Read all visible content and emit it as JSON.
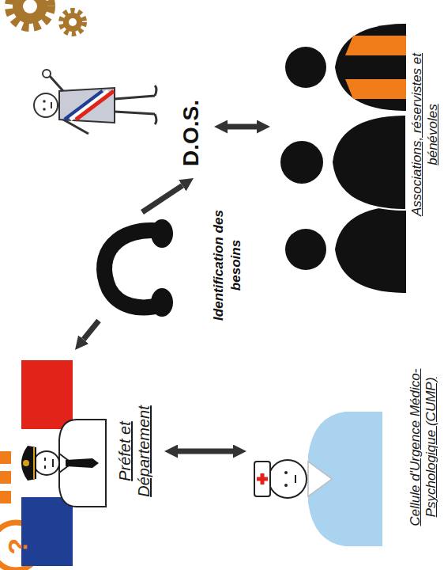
{
  "diagram": {
    "nodes": [
      {
        "text": [
          "Préfet et Département"
        ]
      },
      {
        "text": [
          "D.O.S."
        ]
      },
      {
        "text": [
          "Cellule d'Urgence Médico-Psychologique (CUMP)"
        ]
      },
      {
        "text": [
          "Associations, réservistes et bénévoles"
        ]
      }
    ],
    "edges": [
      {
        "from": 0,
        "to": 1,
        "arrow": "both",
        "label": "Identification des besoins"
      },
      {
        "from": 0,
        "to": 2,
        "arrow": "both"
      },
      {
        "from": 1,
        "to": 3,
        "arrow": "both"
      }
    ],
    "labels": [
      "?"
    ]
  }
}
